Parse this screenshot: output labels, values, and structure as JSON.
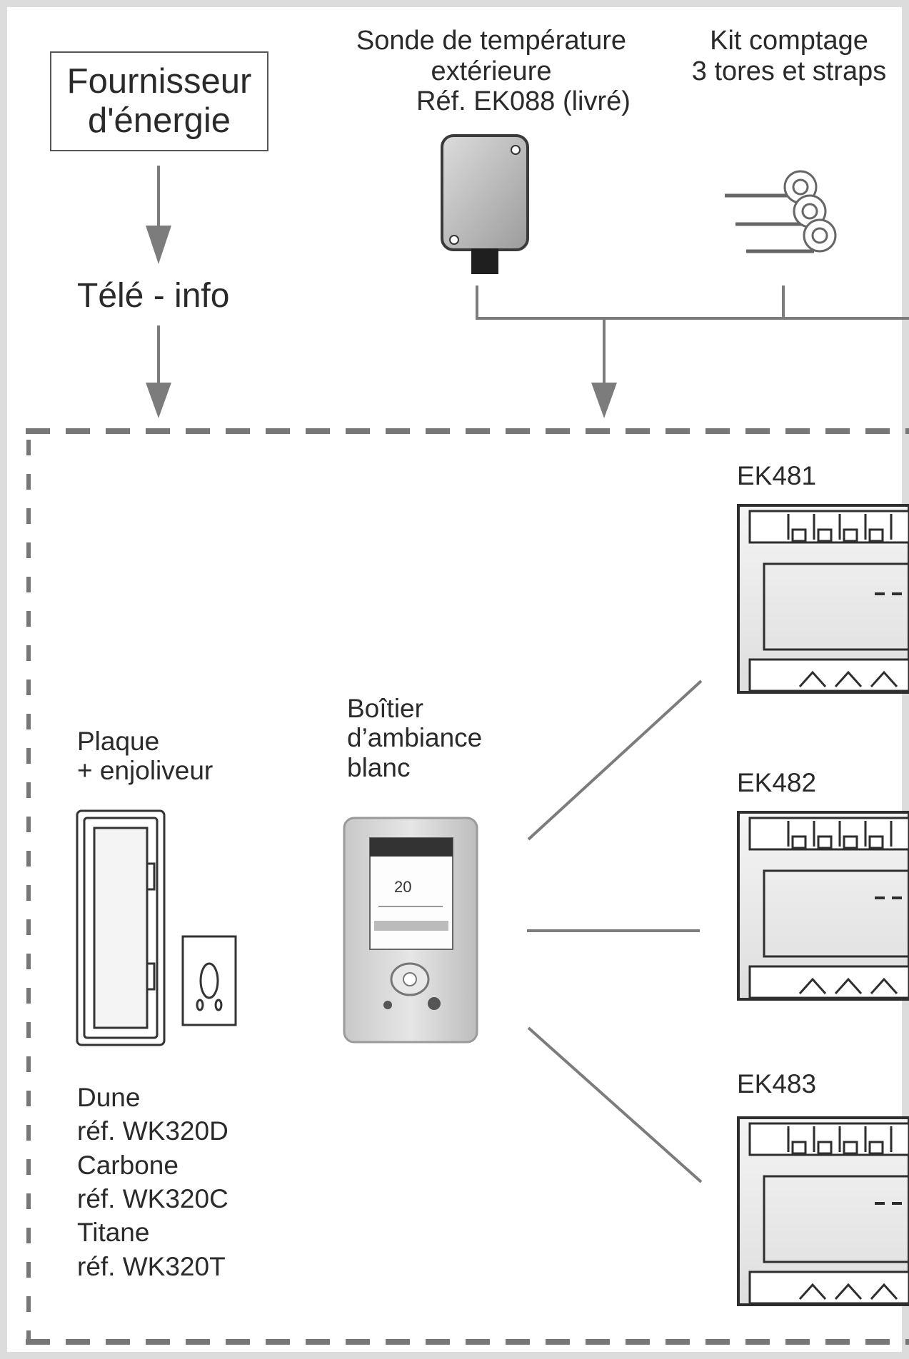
{
  "supplier": {
    "line1": "Fournisseur",
    "line2": "d'énergie"
  },
  "teleinfo": {
    "label": "Télé - info"
  },
  "probe": {
    "line1": "Sonde de température",
    "line2": "extérieure",
    "line3": "Réf. EK088 (livré)"
  },
  "kit": {
    "line1": "Kit comptage",
    "line2": "3 tores et straps"
  },
  "modules": [
    {
      "label": "EK481"
    },
    {
      "label": "EK482"
    },
    {
      "label": "EK483"
    }
  ],
  "plate": {
    "line1": "Plaque",
    "line2": "+ enjoliveur"
  },
  "room_unit": {
    "line1": "Boîtier",
    "line2": "d’ambiance",
    "line3": "blanc",
    "screen_value": "20"
  },
  "finishes": [
    {
      "name": "Dune",
      "ref": "réf. WK320D"
    },
    {
      "name": "Carbone",
      "ref": "réf. WK320C"
    },
    {
      "name": "Titane",
      "ref": "réf. WK320T"
    }
  ],
  "colors": {
    "line": "#808080",
    "dash": "#7a7a7a",
    "text": "#2a2a2a",
    "frame": "#dcdcdc"
  }
}
